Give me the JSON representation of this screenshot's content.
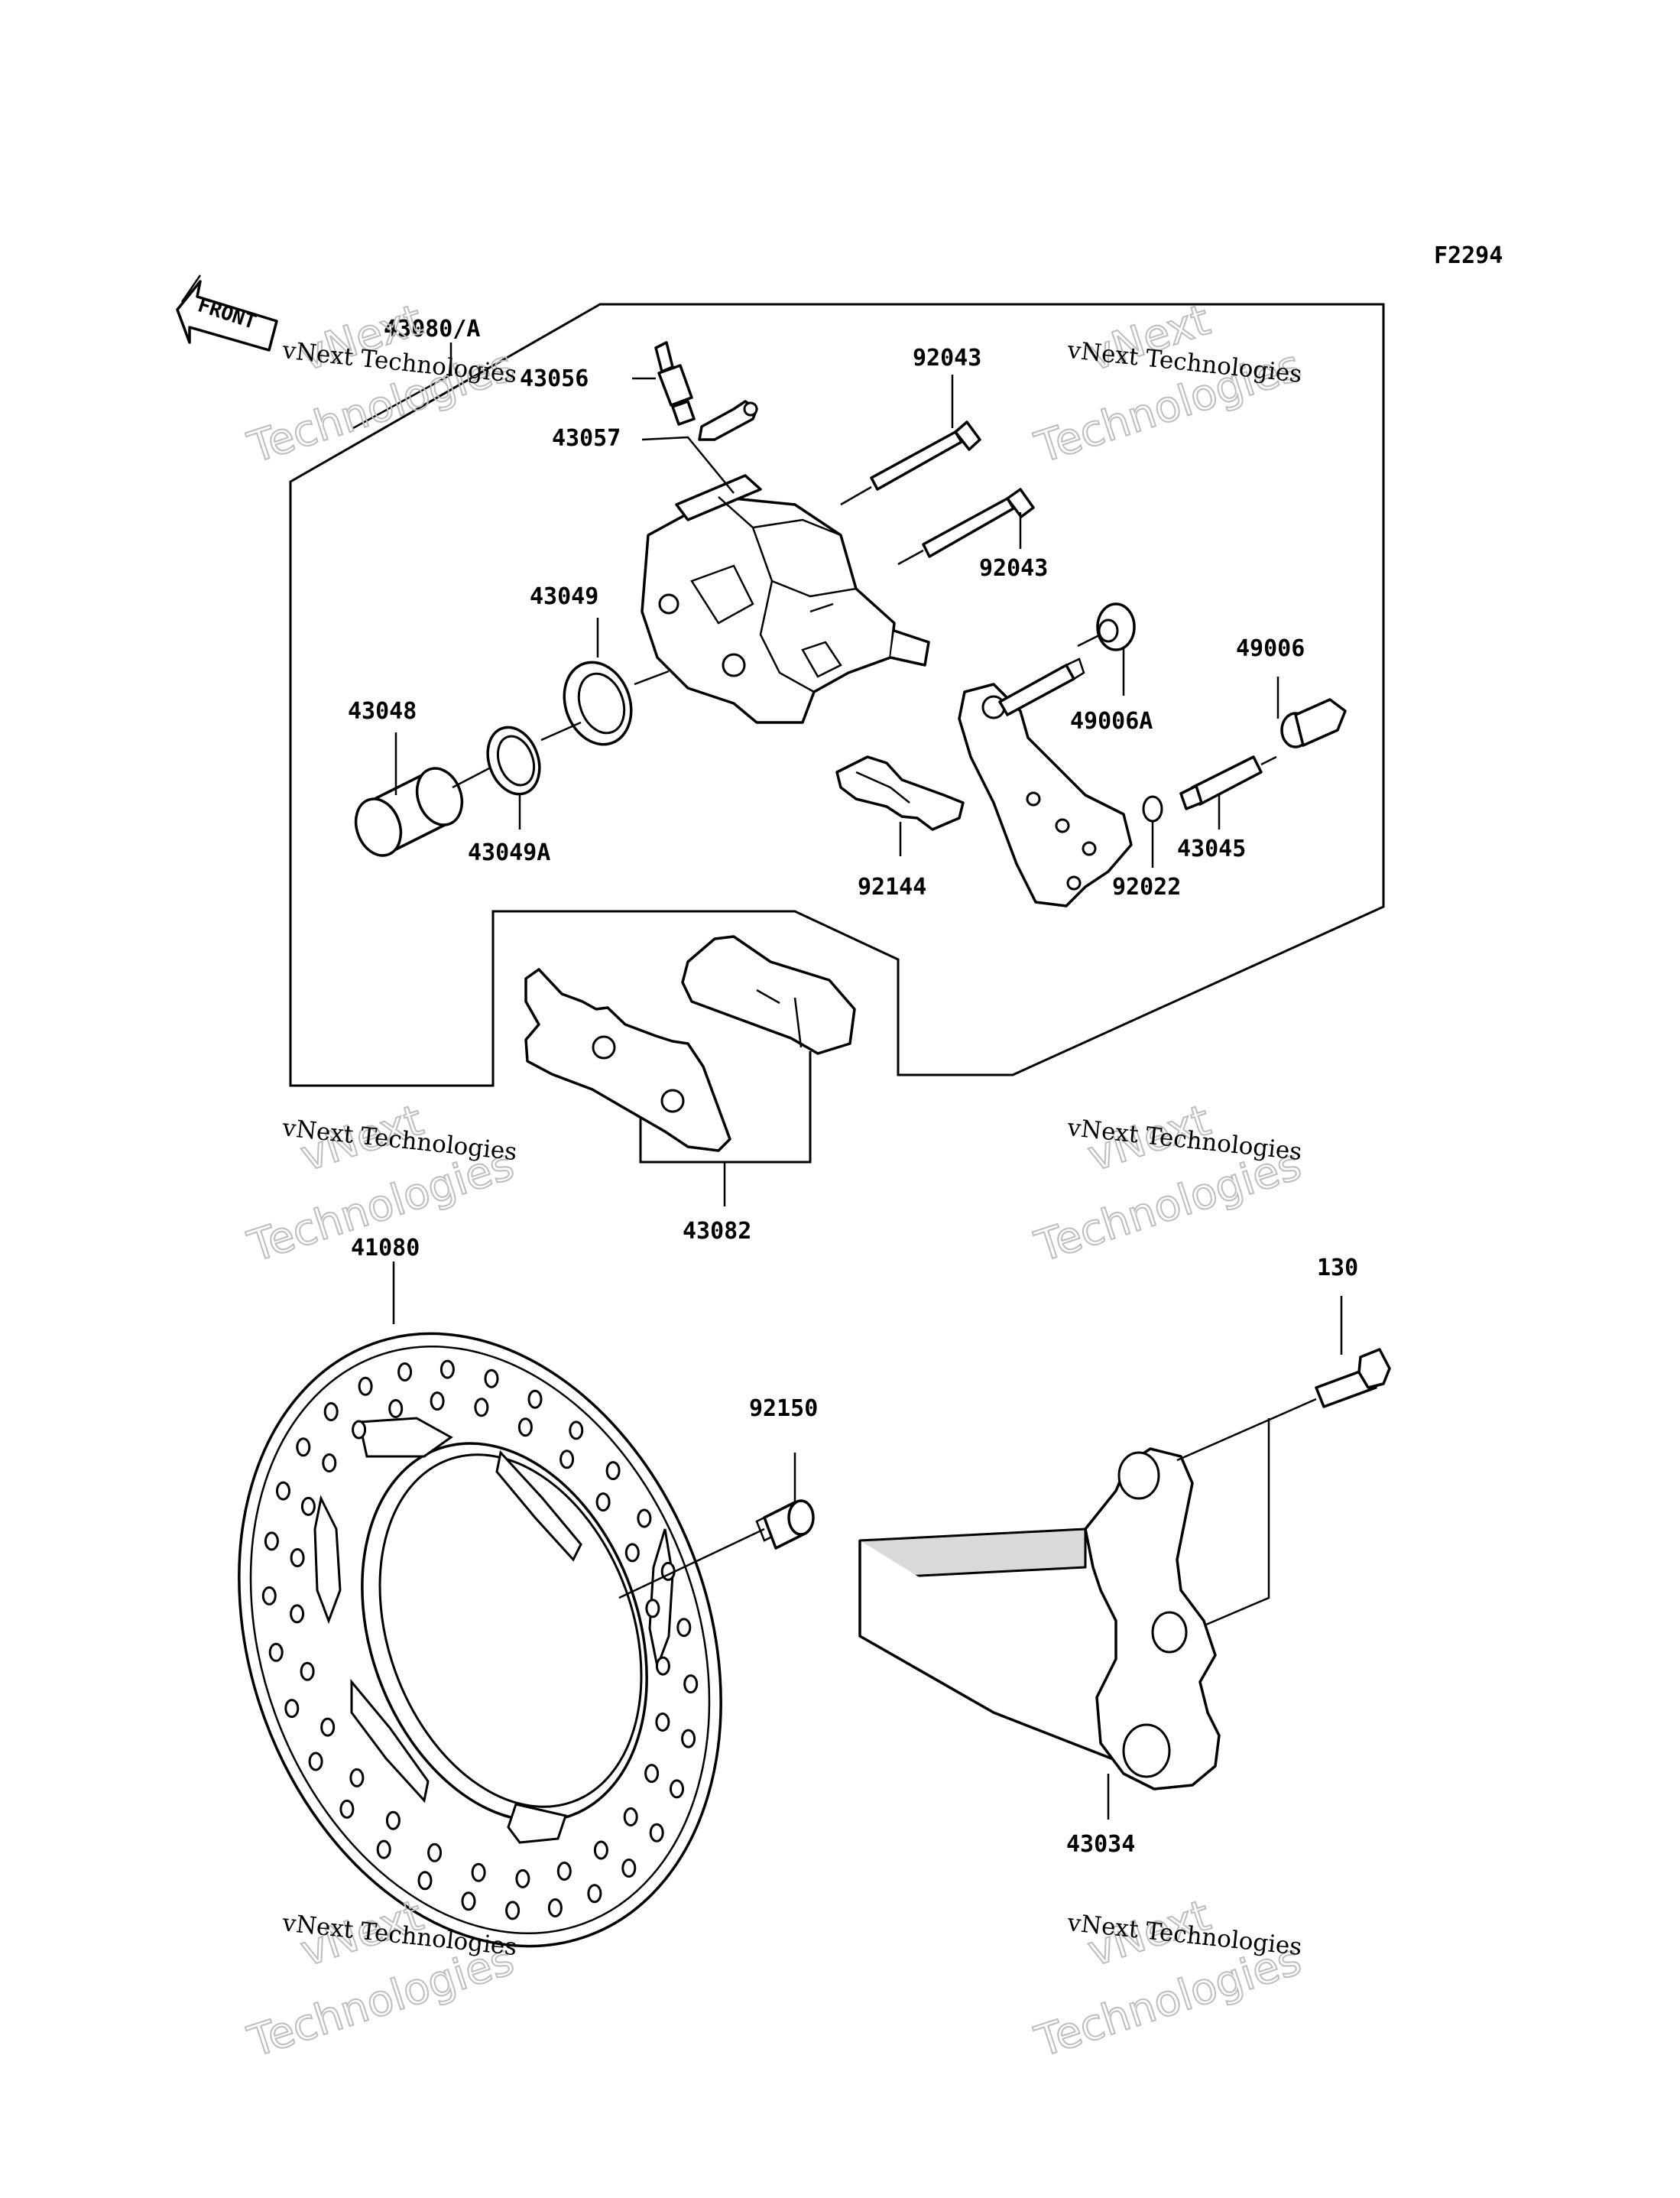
{
  "figure_code": "F2294",
  "front_label": "FRONT",
  "watermark": {
    "line1": "vNext Technologies",
    "line2a": "vNext",
    "line2b": "Technologies"
  },
  "parts": {
    "p43080A": "43080/A",
    "p43056": "43056",
    "p43057": "43057",
    "p92043a": "92043",
    "p92043b": "92043",
    "p43049": "43049",
    "p43048": "43048",
    "p43049A": "43049A",
    "p49006": "49006",
    "p49006A": "49006A",
    "p43045": "43045",
    "p92022": "92022",
    "p92144": "92144",
    "p43082": "43082",
    "p41080": "41080",
    "p92150": "92150",
    "p130": "130",
    "p43034": "43034"
  }
}
